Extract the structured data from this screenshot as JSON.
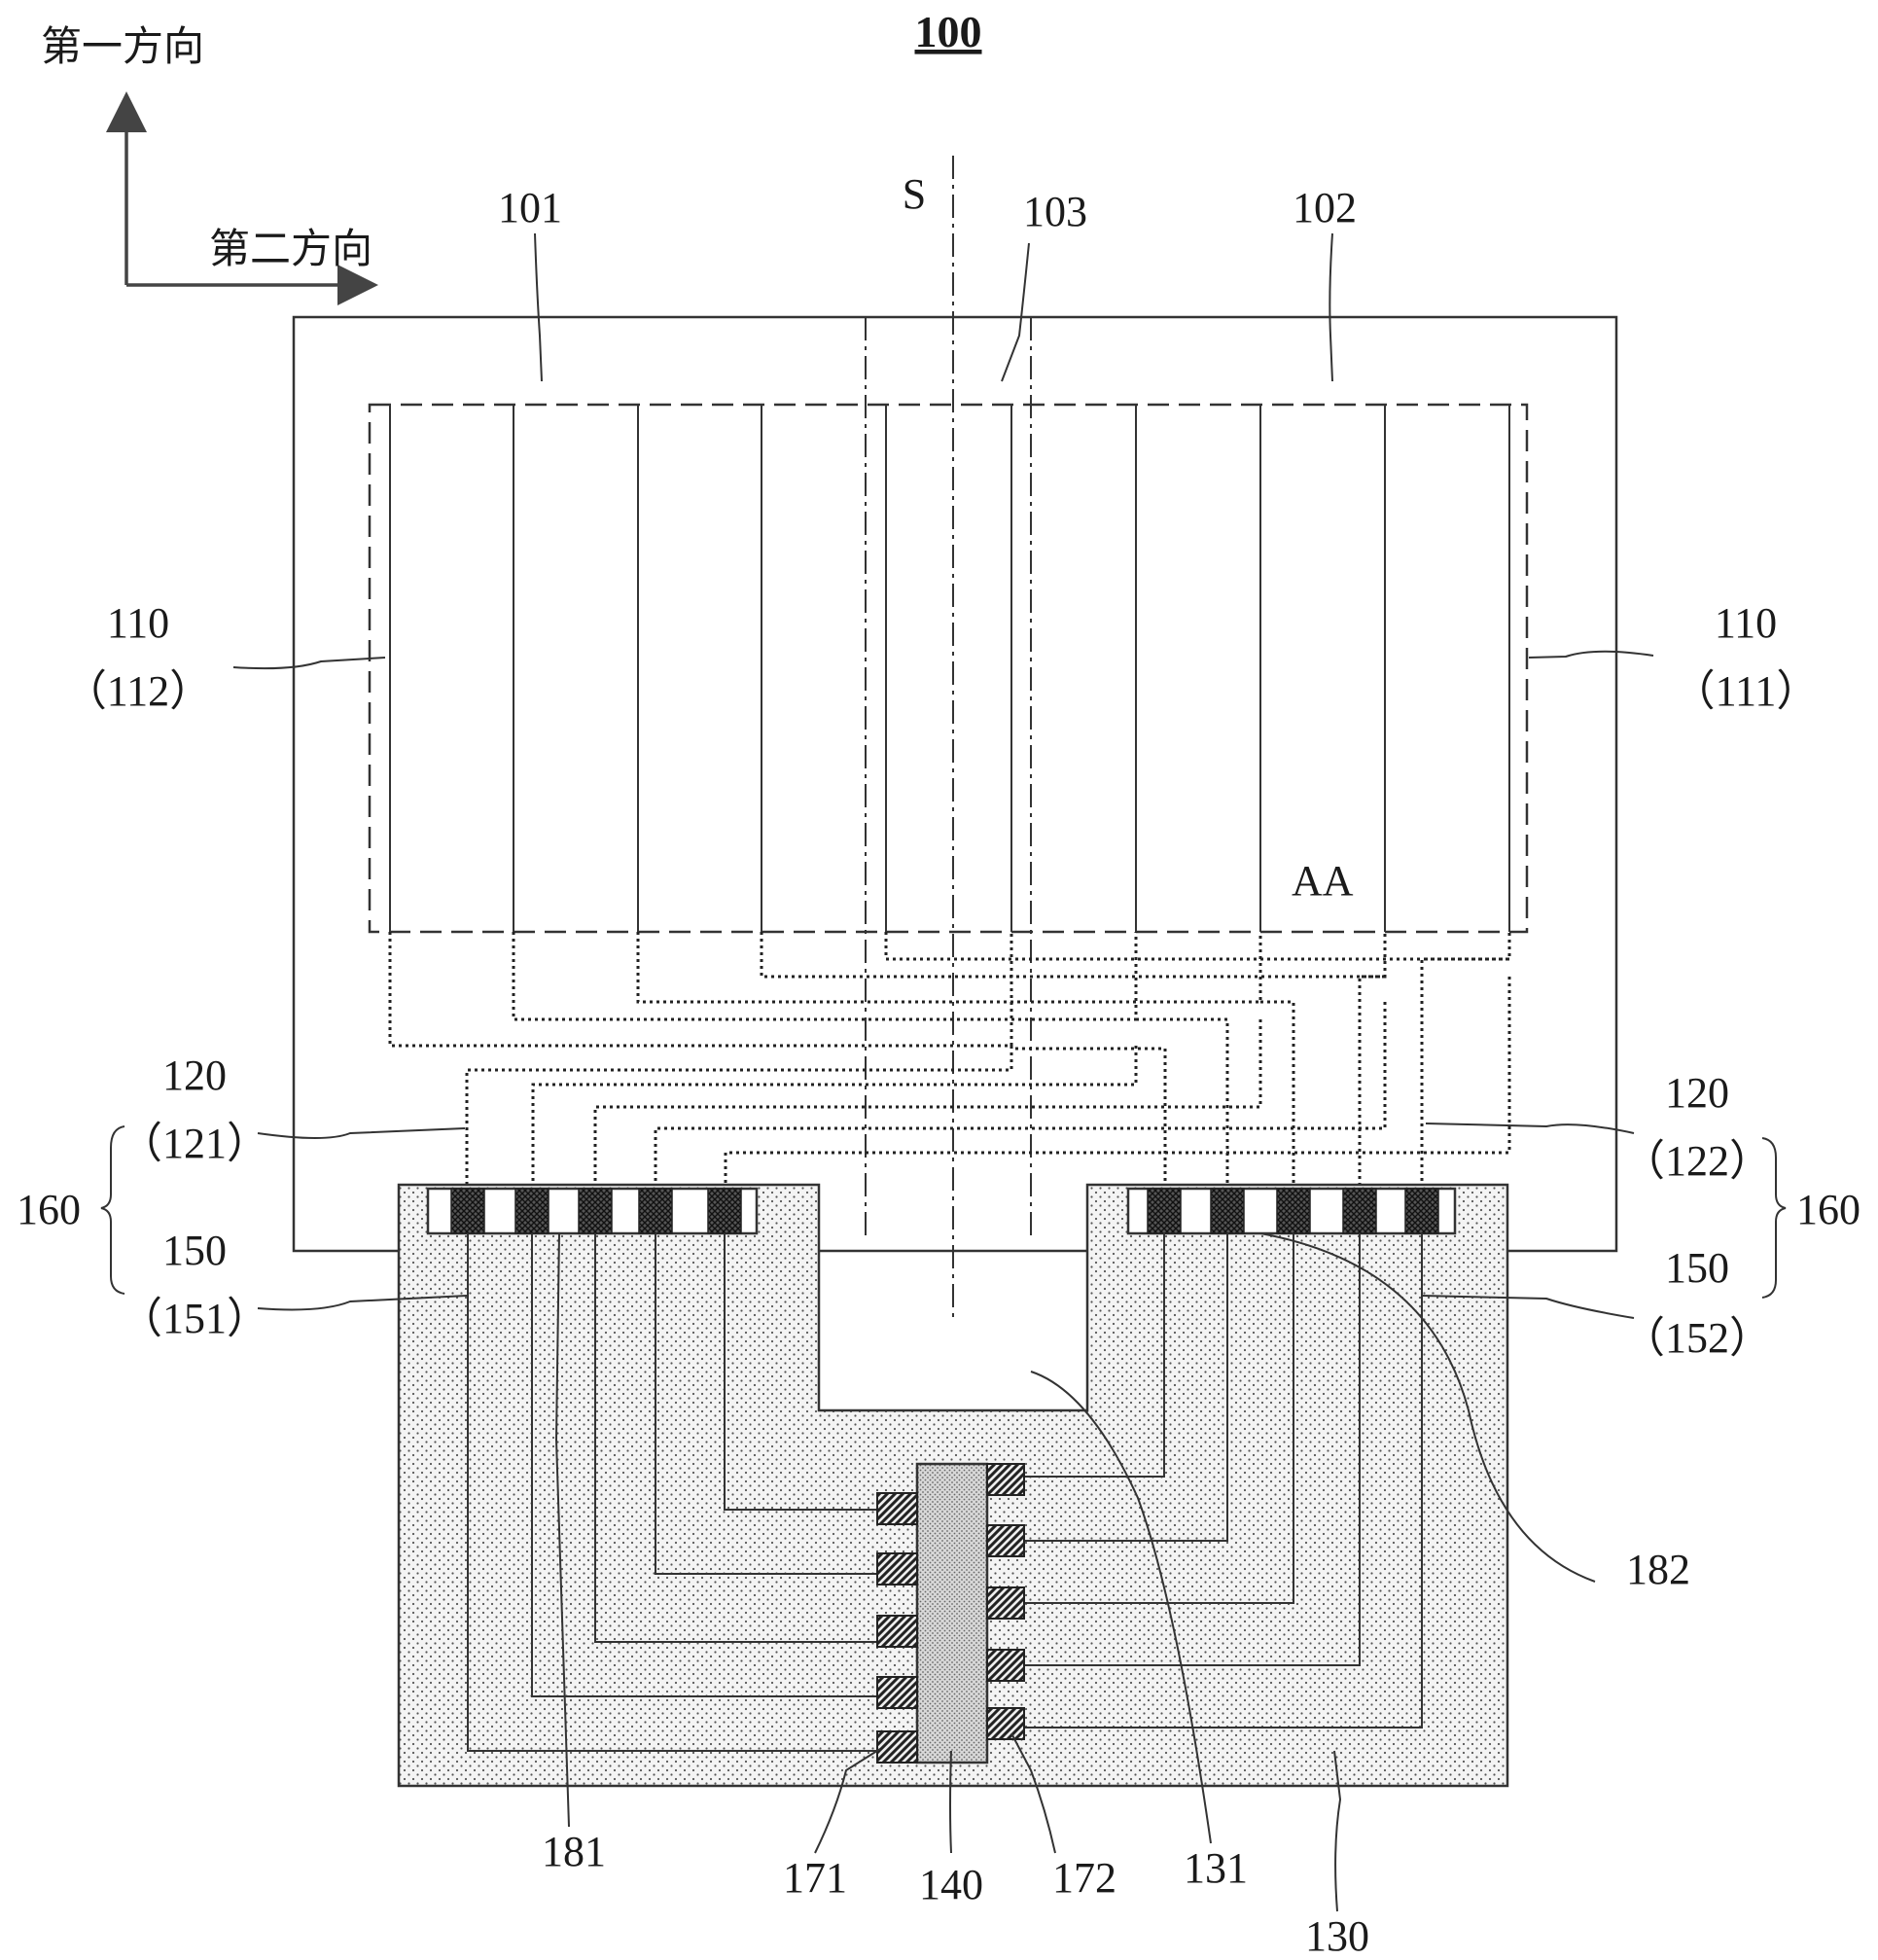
{
  "figure_number": "100",
  "axes": {
    "first_direction": "第一方向",
    "second_direction": "第二方向"
  },
  "labels": {
    "l101": "101",
    "l102": "102",
    "l103": "103",
    "symmetry": "S",
    "active_area": "AA",
    "l110_left": "110",
    "l112": "（112）",
    "l110_right": "110",
    "l111": "（111）",
    "l120_left": "120",
    "l121": "（121）",
    "l120_right": "120",
    "l122": "（122）",
    "l150_left": "150",
    "l151": "（151）",
    "l150_right": "150",
    "l152": "（152）",
    "l160_left": "160",
    "l160_right": "160",
    "l181": "181",
    "l182": "182",
    "l171": "171",
    "l140": "140",
    "l172": "172",
    "l131": "131",
    "l130": "130"
  },
  "colors": {
    "line": "#333333",
    "flex_fill": "#e9e9e9",
    "chip_fill": "#cfcfcf",
    "pad_fill": "#3a3a3a"
  }
}
